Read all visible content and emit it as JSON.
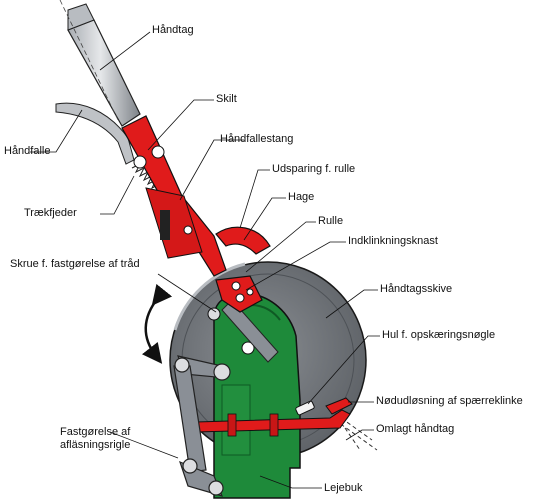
{
  "labels": {
    "handle": "Håndtag",
    "plate": "Skilt",
    "latch": "Håndfalle",
    "latch_rod": "Håndfallestang",
    "roller_recess": "Udsparing f. rulle",
    "hook": "Hage",
    "tension_springs": "Trækfjeder",
    "roller": "Rulle",
    "wire_screw": "Skrue f. fastgørelse af tråd",
    "engage_cam": "Indklinkningsknast",
    "handle_disc": "Håndtagsskive",
    "crank_hole": "Hul f. opskæringsnøgle",
    "emergency_release": "Nødudløsning af spærreklinke",
    "bolt_fixing": "Fastgørelse af afläsningsrigle",
    "folded_handle": "Omlagt håndtag",
    "bearing_block": "Lejebuk"
  },
  "colors": {
    "red_parts": "#e01b1b",
    "disc_grey": "#6f7378",
    "green_block": "#1e8a3a",
    "steel_grey": "#8a8f96",
    "outline": "#1a1a1a"
  }
}
